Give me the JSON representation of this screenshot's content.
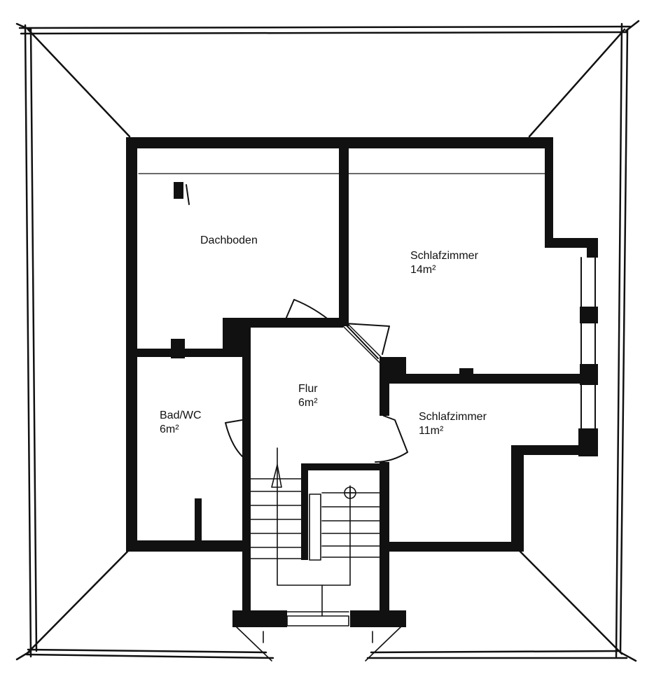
{
  "rooms": {
    "dachboden": {
      "name": "Dachboden",
      "area": ""
    },
    "schlafzimmer_1": {
      "name": "Schlafzimmer",
      "area": "14m²"
    },
    "flur": {
      "name": "Flur",
      "area": "6m²"
    },
    "bad": {
      "name": "Bad/WC",
      "area": "6m²"
    },
    "schlafzimmer_2": {
      "name": "Schlafzimmer",
      "area": "11m²"
    }
  },
  "colors": {
    "wall": "#111111",
    "line": "#111111",
    "background": "#ffffff"
  }
}
